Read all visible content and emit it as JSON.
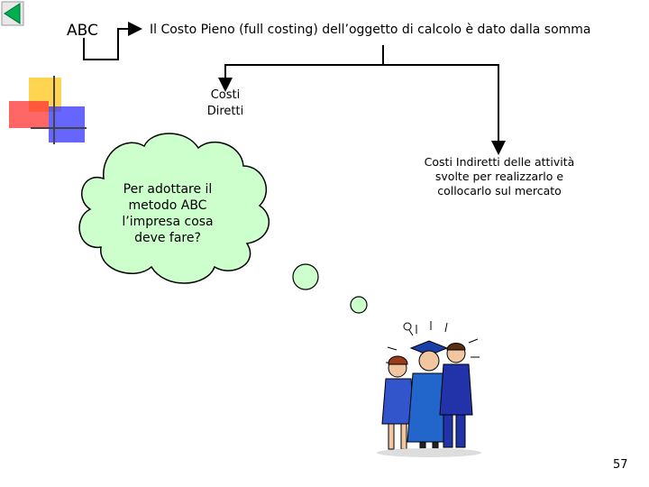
{
  "slide": {
    "abc_label": "ABC",
    "heading": "Il Costo Pieno (full costing) dell’oggetto di calcolo è dato dalla somma",
    "direct_costs": [
      "Costi",
      "Diretti"
    ],
    "indirect_costs": [
      "Costi Indiretti delle attività",
      "svolte per realizzarlo e",
      "collocarlo sul mercato"
    ],
    "thought_bubble": [
      "Per adottare il",
      "metodo ABC",
      "l’impresa cosa",
      "deve fare?"
    ],
    "page_number": "57"
  },
  "colors": {
    "nav_arrow": "#00b050",
    "cloud_fill": "#ccffcc",
    "accent_yellow": "#ffcc33",
    "accent_red": "#ff3333",
    "accent_blue": "#3333ff",
    "graduate_gown": "#2266cc"
  },
  "icons": [
    "back-arrow-icon",
    "graduates-clipart"
  ]
}
